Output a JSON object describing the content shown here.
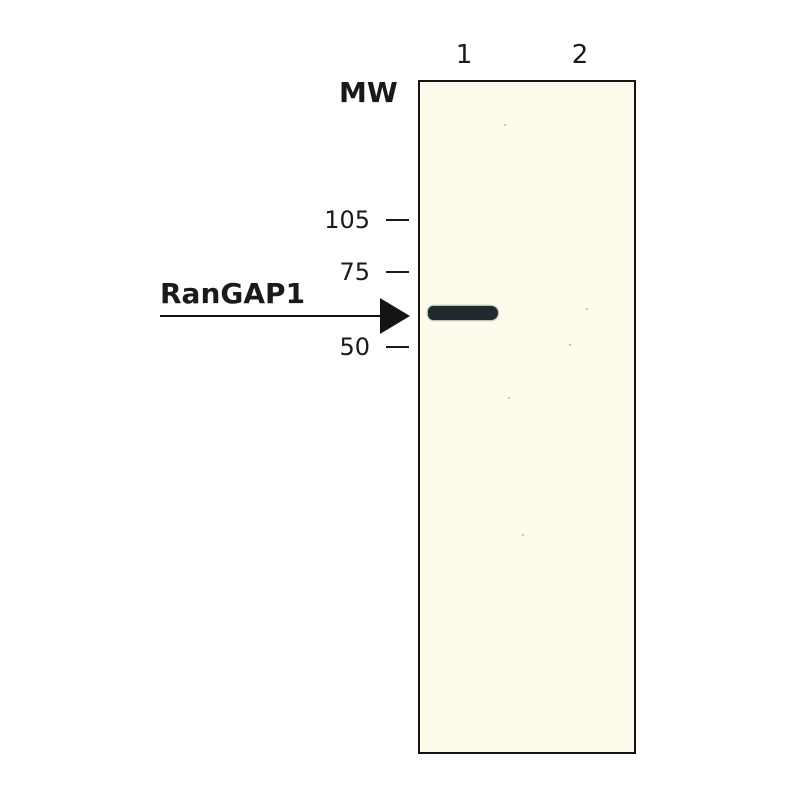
{
  "lanes": [
    "1",
    "2"
  ],
  "mw_title": "MW",
  "markers": [
    "105",
    "75",
    "50"
  ],
  "protein_label": "RanGAP1"
}
